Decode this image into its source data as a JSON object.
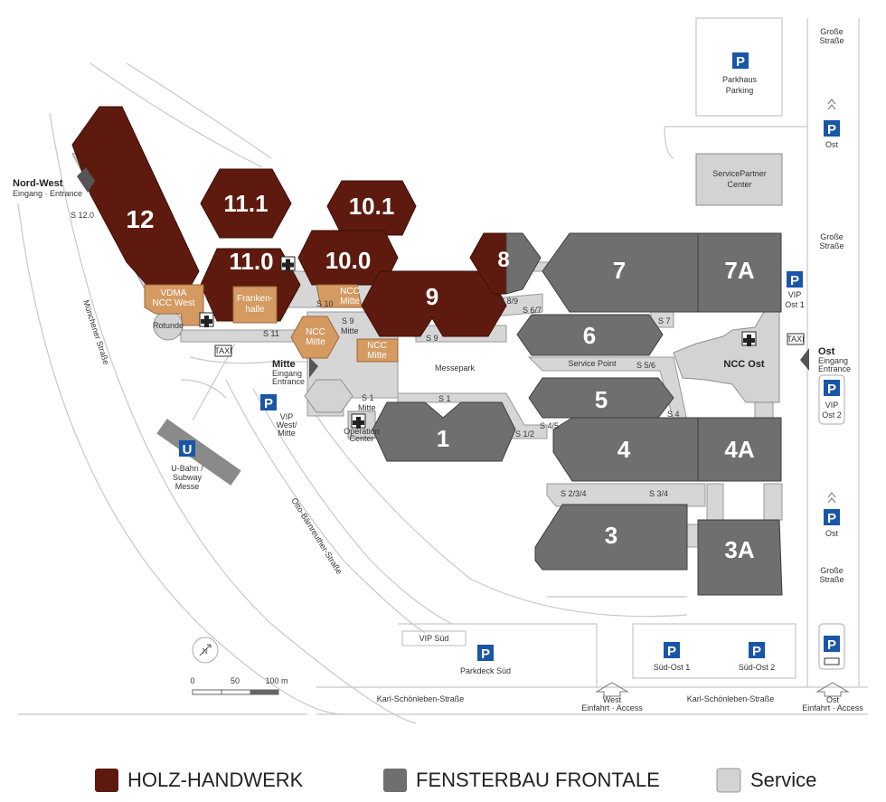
{
  "legend": {
    "holz": {
      "label": "HOLZ-HANDWERK",
      "color": "#5e1a0e"
    },
    "fenster": {
      "label": "FENSTERBAU FRONTALE",
      "color": "#6f6f6f"
    },
    "service": {
      "label": "Service",
      "color": "#d3d3d3"
    }
  },
  "halls": {
    "h12": "12",
    "h11_1": "11.1",
    "h11_0": "11.0",
    "h10_1": "10.1",
    "h10_0": "10.0",
    "h9": "9",
    "h8": "8",
    "h7": "7",
    "h7A": "7A",
    "h6": "6",
    "h5": "5",
    "h1": "1",
    "h4": "4",
    "h4A": "4A",
    "h3": "3",
    "h3A": "3A"
  },
  "ncc": {
    "west_1": "VDMA",
    "west_2": "NCC West",
    "franken_1": "Franken-",
    "franken_2": "halle",
    "mitte_top_1": "NCC",
    "mitte_top_2": "Mitte",
    "mitte_hex_1": "NCC",
    "mitte_hex_2": "Mitte",
    "mitte_box_1": "NCC",
    "mitte_box_2": "Mitte"
  },
  "service": {
    "ncc_ost": "NCC Ost",
    "servicepartner_1": "ServicePartner",
    "servicepartner_2": "Center",
    "rotunde": "Rotunde",
    "operation_1": "Operation",
    "operation_2": "Center",
    "service_point": "Service Point",
    "messepark": "Messepark"
  },
  "passages": {
    "s12": "S 12.0",
    "s11": "S 11",
    "s10": "S 10",
    "s9_mitte_1": "S 9",
    "s9_mitte_2": "Mitte",
    "s9": "S 9",
    "s89": "S 8/9",
    "s67": "S 6/7",
    "s7": "S 7",
    "s56": "S 5/6",
    "s1_mitte_1": "S 1",
    "s1_mitte_2": "Mitte",
    "s1": "S 1",
    "s45": "S 4/5",
    "s12b": "S 1/2",
    "s4": "S 4",
    "s234": "S 2/3/4",
    "s34": "S 3/4"
  },
  "entrances": {
    "nordwest_1": "Nord-West",
    "nordwest_2": "Eingang · Entrance",
    "mitte_1": "Mitte",
    "mitte_2": "Eingang",
    "mitte_3": "Entrance",
    "ost_1": "Ost",
    "ost_2": "Eingang",
    "ost_3": "Entrance",
    "west_access_1": "West",
    "west_access_2": "Einfahrt · Access",
    "ost_access_1": "Ost",
    "ost_access_2": "Einfahrt · Access"
  },
  "parking": {
    "p_symbol": "P",
    "parkhaus_1": "Parkhaus",
    "parkhaus_2": "Parking",
    "ost_top": "Ost",
    "vip_ost1_1": "VIP",
    "vip_ost1_2": "Ost 1",
    "vip_ost2_1": "VIP",
    "vip_ost2_2": "Ost 2",
    "ost_mid": "Ost",
    "vip_west_1": "VIP",
    "vip_west_2": "West/",
    "vip_west_3": "Mitte",
    "vip_sued": "VIP Süd",
    "parkdeck_sued": "Parkdeck Süd",
    "suedost1": "Süd-Ost 1",
    "suedost2": "Süd-Ost 2"
  },
  "streets": {
    "grosse_1a": "Große",
    "grosse_1b": "Straße",
    "grosse_2a": "Große",
    "grosse_2b": "Straße",
    "grosse_3a": "Große",
    "grosse_3b": "Straße",
    "muenchener": "Münchener Straße",
    "otto": "Otto-Bärnreuther-Straße",
    "karl_west": "Karl-Schönleben-Straße",
    "karl_east": "Karl-Schönleben-Straße"
  },
  "transit": {
    "u_symbol": "U",
    "ubahn_1": "U-Bahn /",
    "ubahn_2": "Subway",
    "ubahn_3": "Messe"
  },
  "misc": {
    "taxi": "TAXI"
  },
  "scale": {
    "t0": "0",
    "t50": "50",
    "t100": "100 m"
  }
}
